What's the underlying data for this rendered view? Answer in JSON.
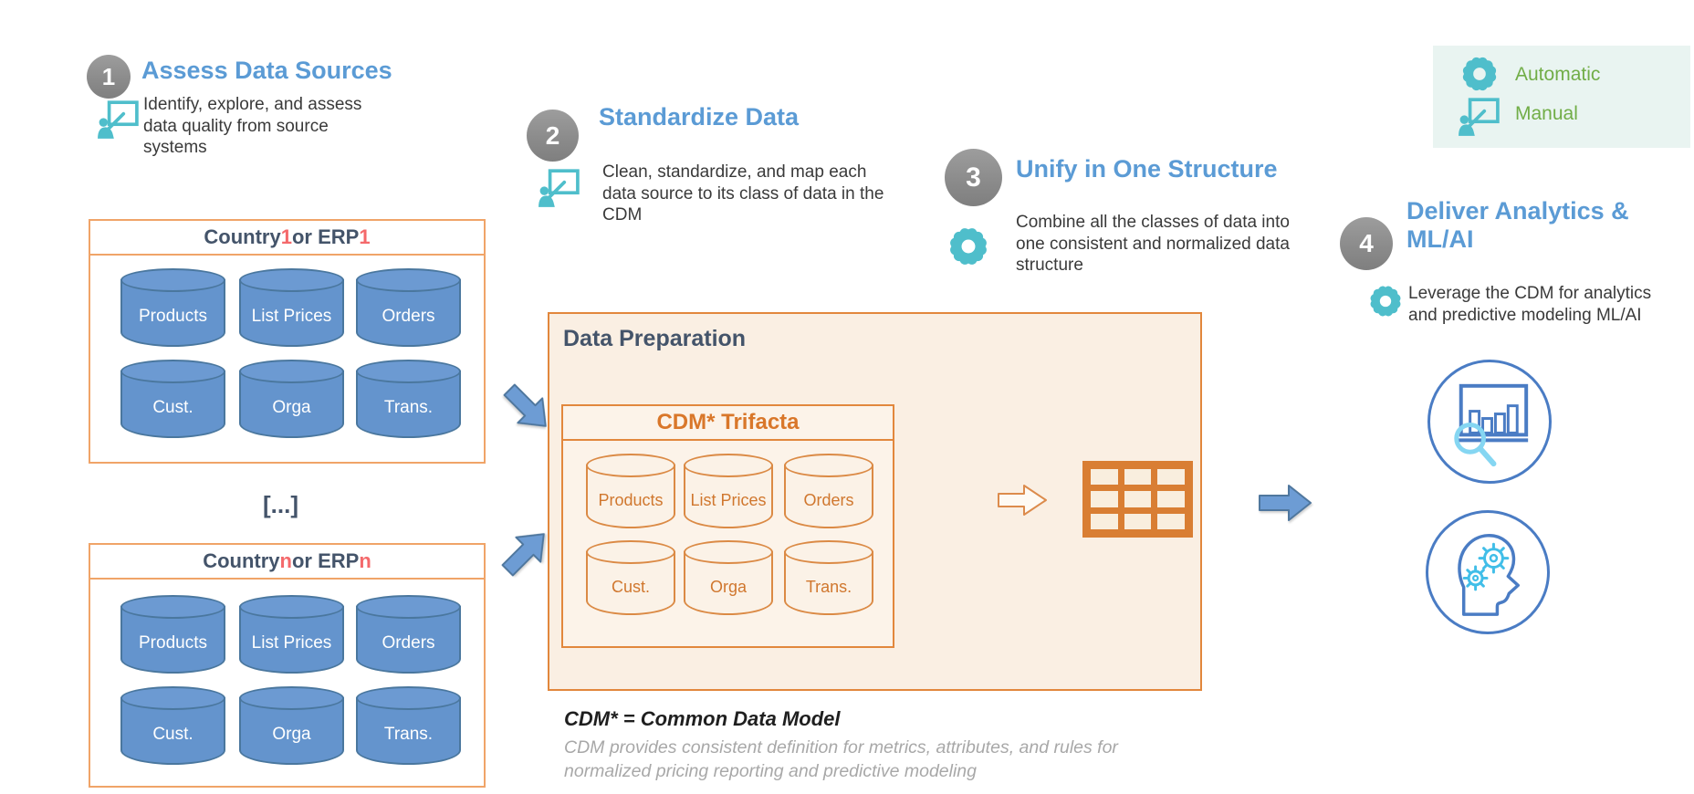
{
  "colors": {
    "accent_blue": "#5B9BD5",
    "navy": "#44546A",
    "red": "#F4696B",
    "orange": "#E2873C",
    "teal": "#4FBECB",
    "green": "#71AD47",
    "cylinder_blue": "#6494CD",
    "light_blue": "#41BEE8"
  },
  "legend": {
    "automatic_label": "Automatic",
    "manual_label": "Manual"
  },
  "steps": {
    "step1": {
      "number": "1",
      "title": "Assess Data Sources",
      "description": "Identify, explore, and assess data quality from source systems"
    },
    "step2": {
      "number": "2",
      "title": "Standardize Data",
      "description": "Clean, standardize, and map each data source to its class of data in the CDM"
    },
    "step3": {
      "number": "3",
      "title": "Unify in One Structure",
      "description": "Combine all the classes of data into one consistent and normalized data structure"
    },
    "step4": {
      "number": "4",
      "title": "Deliver Analytics & ML/AI",
      "description": "Leverage the CDM for analytics and predictive modeling ML/AI"
    }
  },
  "sources": {
    "group1": {
      "title_prefix": "Country ",
      "title_num1": "1",
      "title_mid": " or ERP ",
      "title_num2": "1",
      "cylinders": [
        "Products",
        "List Prices",
        "Orders",
        "Cust.",
        "Orga",
        "Trans."
      ]
    },
    "ellipsis": "[...]",
    "groupN": {
      "title_prefix": "Country ",
      "title_num1": "n",
      "title_mid": " or ERP ",
      "title_num2": "n",
      "cylinders": [
        "Products",
        "List Prices",
        "Orders",
        "Cust.",
        "Orga",
        "Trans."
      ]
    }
  },
  "data_preparation": {
    "title": "Data Preparation",
    "cdm_title": "CDM* Trifacta",
    "cylinders": [
      "Products",
      "List Prices",
      "Orders",
      "Cust.",
      "Orga",
      "Trans."
    ]
  },
  "footnote": {
    "title": "CDM* = Common Data Model",
    "line1": "CDM provides consistent definition for metrics, attributes, and rules for",
    "line2": "normalized pricing reporting and predictive modeling"
  }
}
